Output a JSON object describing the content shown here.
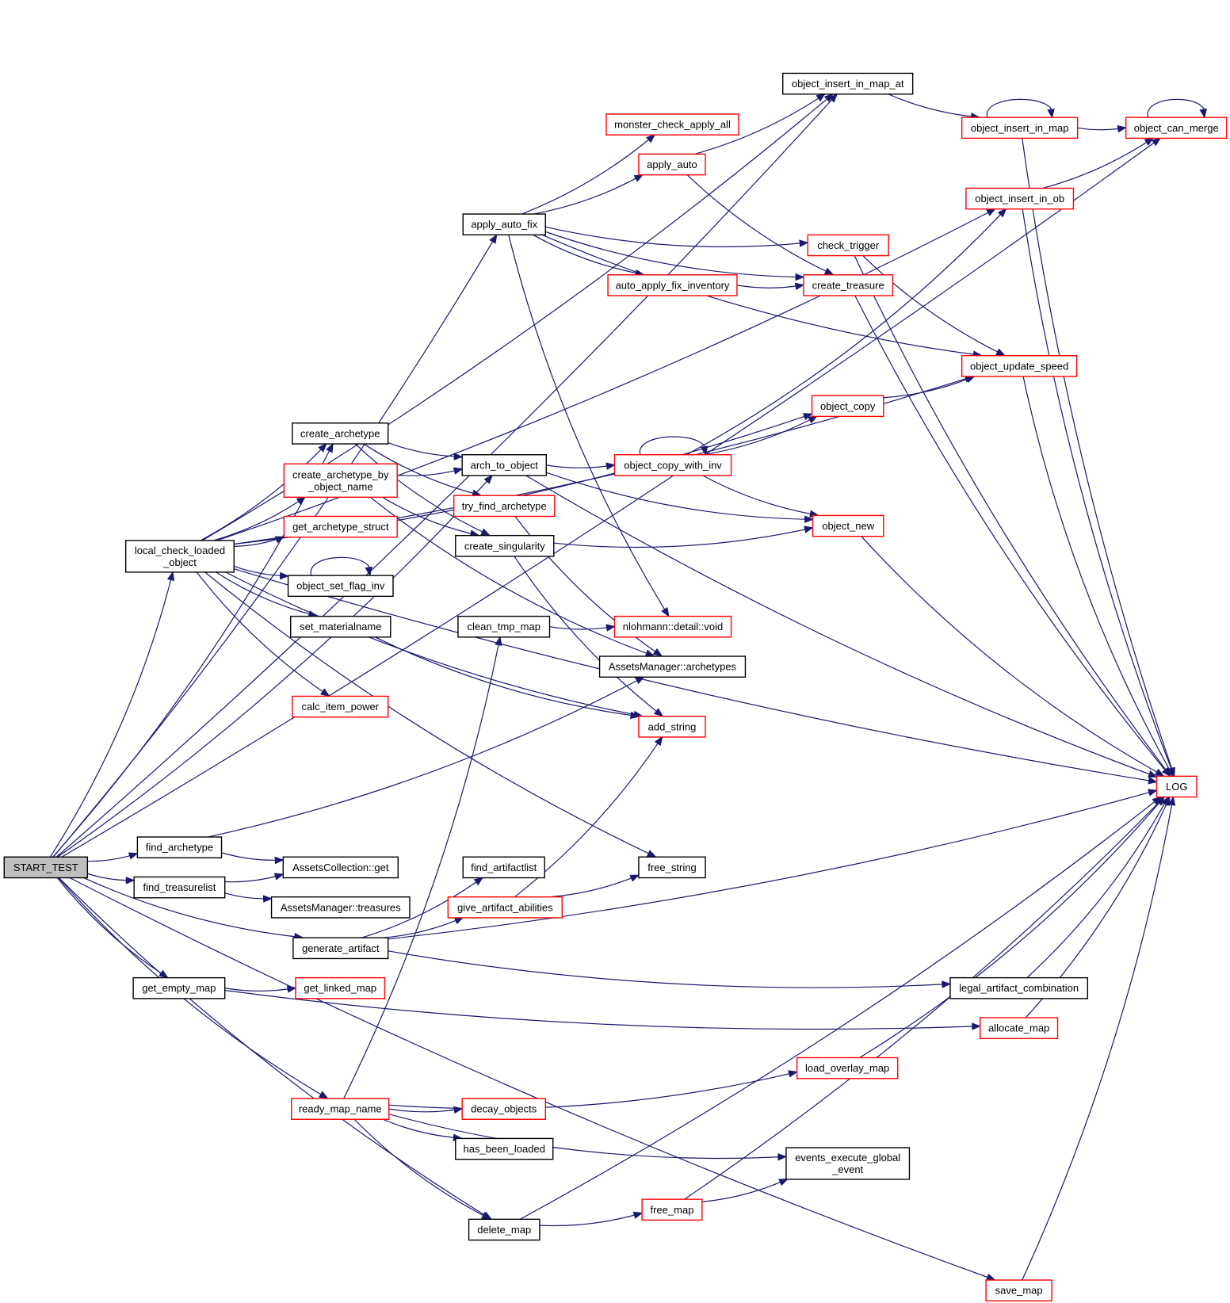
{
  "nodes": [
    {
      "id": "start_test",
      "label": "START_TEST",
      "style": "grey"
    },
    {
      "id": "object_insert_in_map_at",
      "label": "object_insert_in_map_at",
      "style": "black"
    },
    {
      "id": "object_insert_in_map",
      "label": "object_insert_in_map",
      "style": "red"
    },
    {
      "id": "object_can_merge",
      "label": "object_can_merge",
      "style": "red"
    },
    {
      "id": "monster_check_apply_all",
      "label": "monster_check_apply_all",
      "style": "red"
    },
    {
      "id": "apply_auto",
      "label": "apply_auto",
      "style": "red"
    },
    {
      "id": "object_insert_in_ob",
      "label": "object_insert_in_ob",
      "style": "red"
    },
    {
      "id": "apply_auto_fix",
      "label": "apply_auto_fix",
      "style": "black"
    },
    {
      "id": "check_trigger",
      "label": "check_trigger",
      "style": "red"
    },
    {
      "id": "auto_apply_fix_inventory",
      "label": "auto_apply_fix_inventory",
      "style": "red"
    },
    {
      "id": "create_treasure",
      "label": "create_treasure",
      "style": "red"
    },
    {
      "id": "object_update_speed",
      "label": "object_update_speed",
      "style": "red"
    },
    {
      "id": "object_copy",
      "label": "object_copy",
      "style": "red"
    },
    {
      "id": "create_archetype",
      "label": "create_archetype",
      "style": "black"
    },
    {
      "id": "arch_to_object",
      "label": "arch_to_object",
      "style": "black"
    },
    {
      "id": "object_copy_with_inv",
      "label": "object_copy_with_inv",
      "style": "red"
    },
    {
      "id": "create_archetype_by_object_name",
      "label": "create_archetype_by\n_object_name",
      "style": "red"
    },
    {
      "id": "try_find_archetype",
      "label": "try_find_archetype",
      "style": "red"
    },
    {
      "id": "object_new",
      "label": "object_new",
      "style": "red"
    },
    {
      "id": "get_archetype_struct",
      "label": "get_archetype_struct",
      "style": "red"
    },
    {
      "id": "create_singularity",
      "label": "create_singularity",
      "style": "black"
    },
    {
      "id": "local_check_loaded_object",
      "label": "local_check_loaded\n_object",
      "style": "black"
    },
    {
      "id": "object_set_flag_inv",
      "label": "object_set_flag_inv",
      "style": "black"
    },
    {
      "id": "set_materialname",
      "label": "set_materialname",
      "style": "black"
    },
    {
      "id": "clean_tmp_map",
      "label": "clean_tmp_map",
      "style": "black"
    },
    {
      "id": "nlohmann_void",
      "label": "nlohmann::detail::void",
      "style": "red"
    },
    {
      "id": "assetsmanager_archetypes",
      "label": "AssetsManager::archetypes",
      "style": "black"
    },
    {
      "id": "calc_item_power",
      "label": "calc_item_power",
      "style": "red"
    },
    {
      "id": "add_string",
      "label": "add_string",
      "style": "red"
    },
    {
      "id": "log",
      "label": "LOG",
      "style": "red"
    },
    {
      "id": "find_archetype",
      "label": "find_archetype",
      "style": "black"
    },
    {
      "id": "assetscollection_get",
      "label": "AssetsCollection::get",
      "style": "black"
    },
    {
      "id": "free_string",
      "label": "free_string",
      "style": "black"
    },
    {
      "id": "find_artifactlist",
      "label": "find_artifactlist",
      "style": "black"
    },
    {
      "id": "find_treasurelist",
      "label": "find_treasurelist",
      "style": "black"
    },
    {
      "id": "assetsmanager_treasures",
      "label": "AssetsManager::treasures",
      "style": "black"
    },
    {
      "id": "give_artifact_abilities",
      "label": "give_artifact_abilities",
      "style": "red"
    },
    {
      "id": "generate_artifact",
      "label": "generate_artifact",
      "style": "black"
    },
    {
      "id": "get_empty_map",
      "label": "get_empty_map",
      "style": "black"
    },
    {
      "id": "get_linked_map",
      "label": "get_linked_map",
      "style": "red"
    },
    {
      "id": "legal_artifact_combination",
      "label": "legal_artifact_combination",
      "style": "black"
    },
    {
      "id": "allocate_map",
      "label": "allocate_map",
      "style": "red"
    },
    {
      "id": "load_overlay_map",
      "label": "load_overlay_map",
      "style": "red"
    },
    {
      "id": "ready_map_name",
      "label": "ready_map_name",
      "style": "red"
    },
    {
      "id": "decay_objects",
      "label": "decay_objects",
      "style": "red"
    },
    {
      "id": "has_been_loaded",
      "label": "has_been_loaded",
      "style": "black"
    },
    {
      "id": "events_execute_global_event",
      "label": "events_execute_global\n_event",
      "style": "black"
    },
    {
      "id": "free_map",
      "label": "free_map",
      "style": "red"
    },
    {
      "id": "delete_map",
      "label": "delete_map",
      "style": "black"
    },
    {
      "id": "save_map",
      "label": "save_map",
      "style": "red"
    }
  ],
  "edges": [
    [
      "start_test",
      "object_insert_in_map_at"
    ],
    [
      "start_test",
      "object_can_merge"
    ],
    [
      "start_test",
      "apply_auto_fix"
    ],
    [
      "start_test",
      "arch_to_object"
    ],
    [
      "start_test",
      "create_archetype"
    ],
    [
      "start_test",
      "local_check_loaded_object"
    ],
    [
      "start_test",
      "find_archetype"
    ],
    [
      "start_test",
      "find_treasurelist"
    ],
    [
      "start_test",
      "generate_artifact"
    ],
    [
      "start_test",
      "get_empty_map"
    ],
    [
      "start_test",
      "ready_map_name"
    ],
    [
      "start_test",
      "delete_map"
    ],
    [
      "start_test",
      "save_map"
    ],
    [
      "object_insert_in_map_at",
      "object_insert_in_map"
    ],
    [
      "object_insert_in_map",
      "object_insert_in_map"
    ],
    [
      "object_insert_in_map",
      "object_can_merge"
    ],
    [
      "object_insert_in_map",
      "log"
    ],
    [
      "object_can_merge",
      "object_can_merge"
    ],
    [
      "apply_auto_fix",
      "monster_check_apply_all"
    ],
    [
      "apply_auto_fix",
      "apply_auto"
    ],
    [
      "apply_auto_fix",
      "check_trigger"
    ],
    [
      "apply_auto_fix",
      "create_treasure"
    ],
    [
      "apply_auto_fix",
      "auto_apply_fix_inventory"
    ],
    [
      "apply_auto_fix",
      "object_update_speed"
    ],
    [
      "apply_auto_fix",
      "nlohmann_void"
    ],
    [
      "apply_auto",
      "object_insert_in_map_at"
    ],
    [
      "apply_auto",
      "create_treasure"
    ],
    [
      "object_insert_in_ob",
      "object_can_merge"
    ],
    [
      "object_insert_in_ob",
      "log"
    ],
    [
      "check_trigger",
      "object_update_speed"
    ],
    [
      "check_trigger",
      "log"
    ],
    [
      "auto_apply_fix_inventory",
      "create_treasure"
    ],
    [
      "create_treasure",
      "log"
    ],
    [
      "object_update_speed",
      "log"
    ],
    [
      "object_copy",
      "object_update_speed"
    ],
    [
      "create_archetype",
      "arch_to_object"
    ],
    [
      "create_archetype",
      "try_find_archetype"
    ],
    [
      "create_archetype",
      "create_singularity"
    ],
    [
      "arch_to_object",
      "object_copy_with_inv"
    ],
    [
      "arch_to_object",
      "object_new"
    ],
    [
      "arch_to_object",
      "log"
    ],
    [
      "object_copy_with_inv",
      "object_copy_with_inv"
    ],
    [
      "object_copy_with_inv",
      "object_insert_in_ob"
    ],
    [
      "object_copy_with_inv",
      "object_copy"
    ],
    [
      "object_copy_with_inv",
      "object_new"
    ],
    [
      "create_archetype_by_object_name",
      "arch_to_object"
    ],
    [
      "create_archetype_by_object_name",
      "create_singularity"
    ],
    [
      "create_archetype_by_object_name",
      "assetsmanager_archetypes"
    ],
    [
      "try_find_archetype",
      "assetsmanager_archetypes"
    ],
    [
      "create_singularity",
      "object_new"
    ],
    [
      "create_singularity",
      "add_string"
    ],
    [
      "object_new",
      "log"
    ],
    [
      "local_check_loaded_object",
      "object_insert_in_map_at"
    ],
    [
      "local_check_loaded_object",
      "object_insert_in_ob"
    ],
    [
      "local_check_loaded_object",
      "object_update_speed"
    ],
    [
      "local_check_loaded_object",
      "object_copy"
    ],
    [
      "local_check_loaded_object",
      "create_archetype"
    ],
    [
      "local_check_loaded_object",
      "create_archetype_by_object_name"
    ],
    [
      "local_check_loaded_object",
      "get_archetype_struct"
    ],
    [
      "local_check_loaded_object",
      "object_set_flag_inv"
    ],
    [
      "local_check_loaded_object",
      "set_materialname"
    ],
    [
      "local_check_loaded_object",
      "calc_item_power"
    ],
    [
      "local_check_loaded_object",
      "add_string"
    ],
    [
      "local_check_loaded_object",
      "log"
    ],
    [
      "local_check_loaded_object",
      "free_string"
    ],
    [
      "object_set_flag_inv",
      "object_set_flag_inv"
    ],
    [
      "set_materialname",
      "add_string"
    ],
    [
      "clean_tmp_map",
      "nlohmann_void"
    ],
    [
      "find_archetype",
      "assetscollection_get"
    ],
    [
      "find_archetype",
      "assetsmanager_archetypes"
    ],
    [
      "find_treasurelist",
      "assetscollection_get"
    ],
    [
      "find_treasurelist",
      "assetsmanager_treasures"
    ],
    [
      "give_artifact_abilities",
      "add_string"
    ],
    [
      "give_artifact_abilities",
      "free_string"
    ],
    [
      "generate_artifact",
      "find_artifactlist"
    ],
    [
      "generate_artifact",
      "give_artifact_abilities"
    ],
    [
      "generate_artifact",
      "log"
    ],
    [
      "generate_artifact",
      "legal_artifact_combination"
    ],
    [
      "get_empty_map",
      "get_linked_map"
    ],
    [
      "get_empty_map",
      "allocate_map"
    ],
    [
      "legal_artifact_combination",
      "log"
    ],
    [
      "allocate_map",
      "log"
    ],
    [
      "load_overlay_map",
      "log"
    ],
    [
      "ready_map_name",
      "clean_tmp_map"
    ],
    [
      "ready_map_name",
      "load_overlay_map"
    ],
    [
      "ready_map_name",
      "decay_objects"
    ],
    [
      "ready_map_name",
      "has_been_loaded"
    ],
    [
      "ready_map_name",
      "events_execute_global_event"
    ],
    [
      "ready_map_name",
      "delete_map"
    ],
    [
      "free_map",
      "events_execute_global_event"
    ],
    [
      "free_map",
      "log"
    ],
    [
      "delete_map",
      "free_map"
    ],
    [
      "delete_map",
      "log"
    ],
    [
      "save_map",
      "log"
    ]
  ]
}
